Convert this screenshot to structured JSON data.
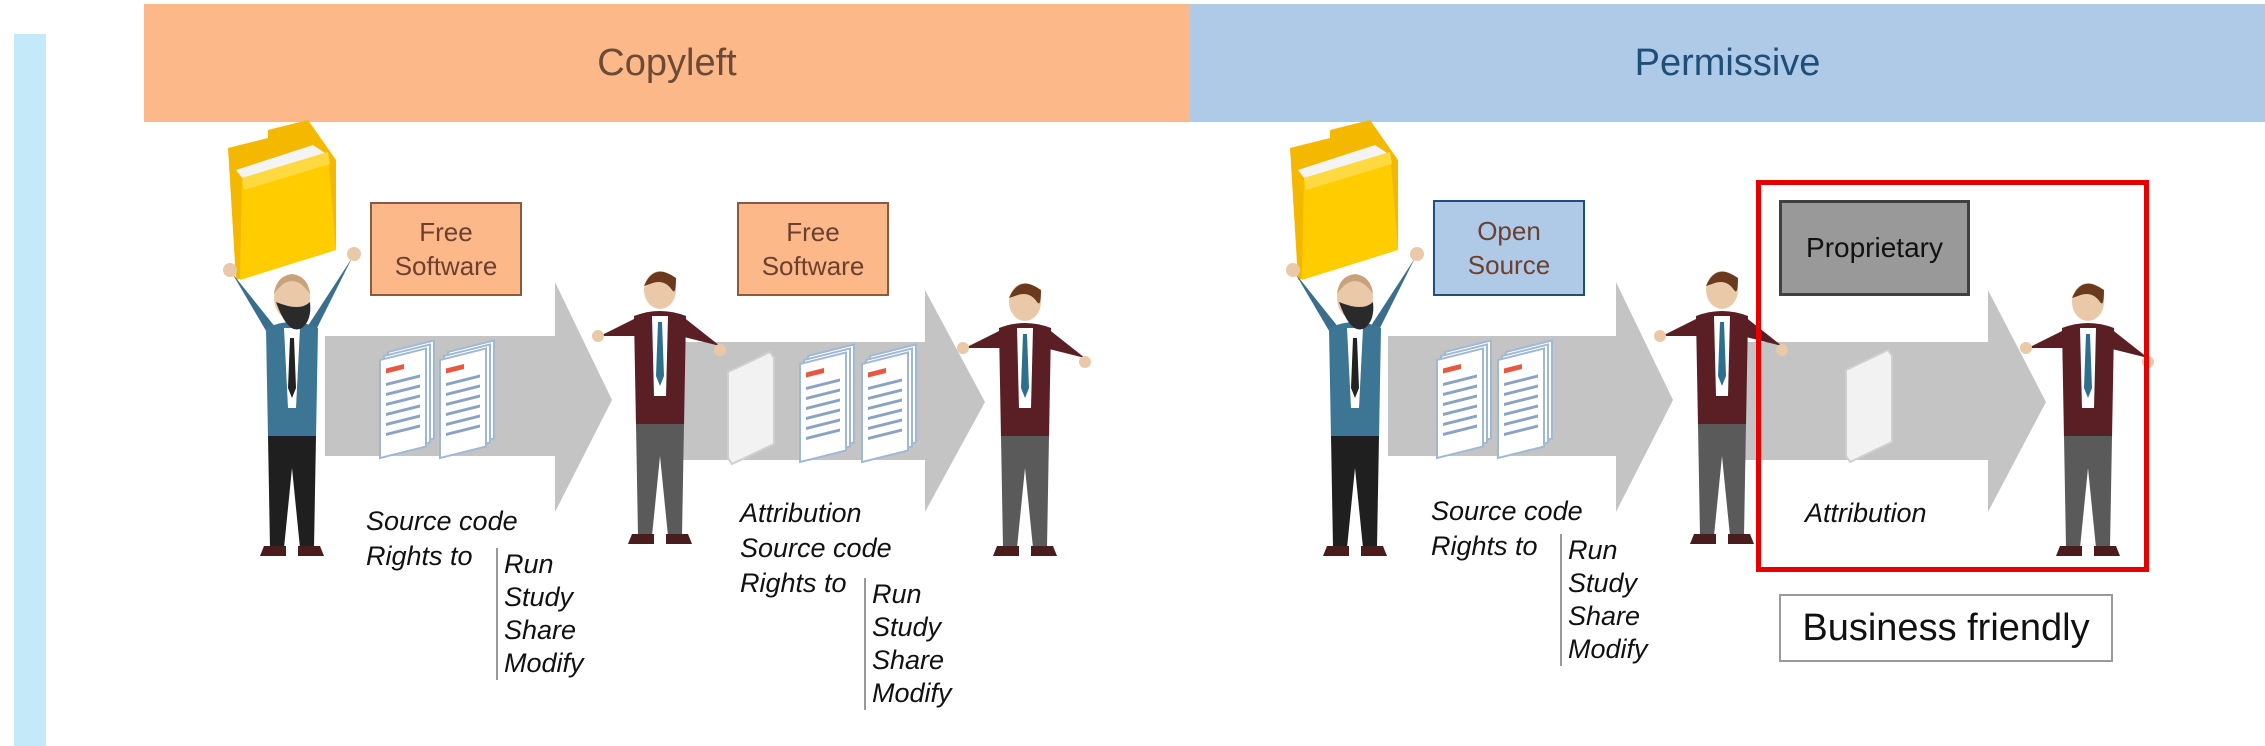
{
  "header": {
    "copyleft": "Copyleft",
    "permissive": "Permissive"
  },
  "copyleft": {
    "tag1": "Free\nSoftware",
    "tag2": "Free\nSoftware",
    "items1": [
      "Source code",
      "Rights to"
    ],
    "items2": [
      "Attribution",
      "Source code",
      "Rights to"
    ],
    "rights": [
      "Run",
      "Study",
      "Share",
      "Modify"
    ]
  },
  "permissive": {
    "tag1": "Open\nSource",
    "tag2": "Proprietary",
    "items1": [
      "Source code",
      "Rights to"
    ],
    "items2": [
      "Attribution"
    ],
    "rights": [
      "Run",
      "Study",
      "Share",
      "Modify"
    ]
  },
  "business_friendly": "Business friendly",
  "colors": {
    "copyleft_banner": "#fcb888",
    "permissive_banner": "#aecae6",
    "arrow": "#c4c4c4",
    "highlight": "#e60000",
    "sidebar": "#c4e9f8"
  },
  "icons": [
    "folder-icon",
    "document-stack-icon",
    "single-document-icon",
    "person-icon"
  ]
}
